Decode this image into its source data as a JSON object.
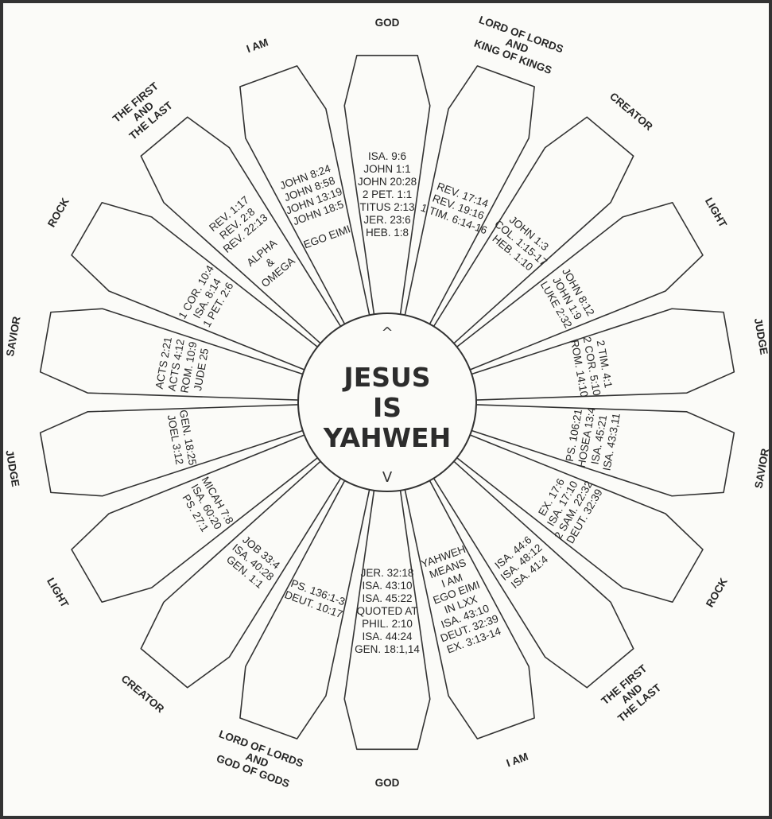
{
  "center": {
    "lines": [
      "JESUS",
      "IS",
      "YAHWEH"
    ],
    "top_mark": "^",
    "bottom_mark": "V"
  },
  "segments": [
    {
      "label": [
        "GOD"
      ],
      "verses": [
        "ISA. 9:6",
        "JOHN 1:1",
        "JOHN 20:28",
        "2 PET. 1:1",
        "TITUS 2:13",
        "JER. 23:6",
        "HEB. 1:8"
      ]
    },
    {
      "label": [
        "LORD OF LORDS",
        "AND",
        "KING OF KINGS"
      ],
      "verses": [
        "REV. 17:14",
        "REV. 19:16",
        "1 TIM. 6:14-16"
      ]
    },
    {
      "label": [
        "CREATOR"
      ],
      "verses": [
        "JOHN 1:3",
        "COL. 1:15-17",
        "HEB. 1:10"
      ]
    },
    {
      "label": [
        "LIGHT"
      ],
      "verses": [
        "JOHN 8:12",
        "JOHN 1:9",
        "LUKE 2:32"
      ]
    },
    {
      "label": [
        "JUDGE"
      ],
      "verses": [
        "2 TIM. 4:1",
        "2 COR. 5:10",
        "ROM. 14:10"
      ]
    },
    {
      "label": [
        "SAVIOR"
      ],
      "verses": [
        "PS. 106:21",
        "HOSEA 13:4",
        "ISA. 45:21",
        "ISA. 43:3,11"
      ]
    },
    {
      "label": [
        "ROCK"
      ],
      "verses": [
        "EX. 17:6",
        "ISA. 17:10",
        "2 SAM. 22:32",
        "DEUT. 32:39"
      ]
    },
    {
      "label": [
        "THE FIRST",
        "AND",
        "THE LAST"
      ],
      "verses": [
        "ISA. 44:6",
        "ISA. 48:12",
        "ISA. 41:4"
      ]
    },
    {
      "label": [
        "I AM"
      ],
      "verses": [
        "YAHWEH",
        "MEANS",
        "I AM",
        "EGO EIMI",
        "IN LXX",
        "ISA. 43:10",
        "DEUT. 32:39",
        "EX. 3:13-14"
      ]
    },
    {
      "label": [
        "GOD"
      ],
      "verses": [
        "JER. 32:18",
        "ISA. 43:10",
        "ISA. 45:22",
        "QUOTED AT",
        "PHIL. 2:10",
        "ISA. 44:24",
        "GEN. 18:1,14"
      ]
    },
    {
      "label": [
        "LORD OF LORDS",
        "AND",
        "GOD OF GODS"
      ],
      "verses": [
        "PS. 136:1-3",
        "DEUT. 10:17"
      ]
    },
    {
      "label": [
        "CREATOR"
      ],
      "verses": [
        "JOB 33:4",
        "ISA. 40:28",
        "GEN. 1:1"
      ]
    },
    {
      "label": [
        "LIGHT"
      ],
      "verses": [
        "MICAH 7:8",
        "ISA. 60:20",
        "PS. 27:1"
      ]
    },
    {
      "label": [
        "JUDGE"
      ],
      "verses": [
        "GEN. 18:25",
        "JOEL 3:12"
      ]
    },
    {
      "label": [
        "SAVIOR"
      ],
      "verses": [
        "ACTS 2:21",
        "ACTS 4:12",
        "ROM. 10:9",
        "JUDE 25"
      ]
    },
    {
      "label": [
        "ROCK"
      ],
      "verses": [
        "1 COR. 10:4",
        "ISA. 8:14",
        "1 PET. 2:6"
      ]
    },
    {
      "label": [
        "THE FIRST",
        "AND",
        "THE LAST"
      ],
      "verses": [
        "REV. 1:17",
        "REV. 2:8",
        "REV. 22:13",
        "",
        "ALPHA",
        "&",
        "OMEGA"
      ]
    },
    {
      "label": [
        "I AM"
      ],
      "verses": [
        "JOHN 8:24",
        "JOHN 8:58",
        "JOHN 13:19",
        "JOHN 18:5",
        "",
        "EGO EIMI"
      ]
    }
  ]
}
